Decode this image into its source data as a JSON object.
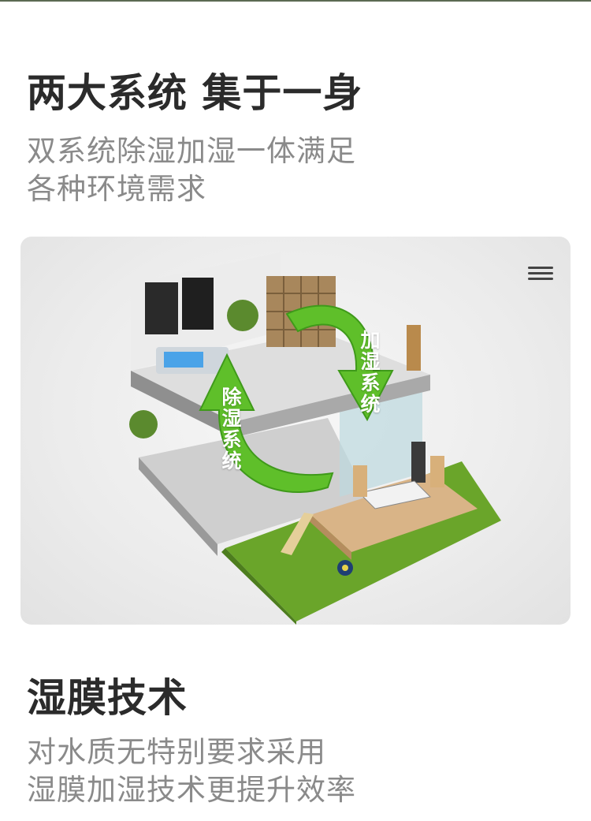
{
  "section1": {
    "title": "两大系统 集于一身",
    "subtitle_line1": "双系统除湿加湿一体满足",
    "subtitle_line2": "各种环境需求"
  },
  "illustration": {
    "label_humidify": "加湿系统",
    "label_dehumidify": "除湿系统",
    "menu_icon": "hamburger-menu-icon",
    "arrow_color": "#5fbf2a"
  },
  "section2": {
    "title": "湿膜技术",
    "subtitle_line1": "对水质无特别要求采用",
    "subtitle_line2": "湿膜加湿技术更提升效率"
  }
}
